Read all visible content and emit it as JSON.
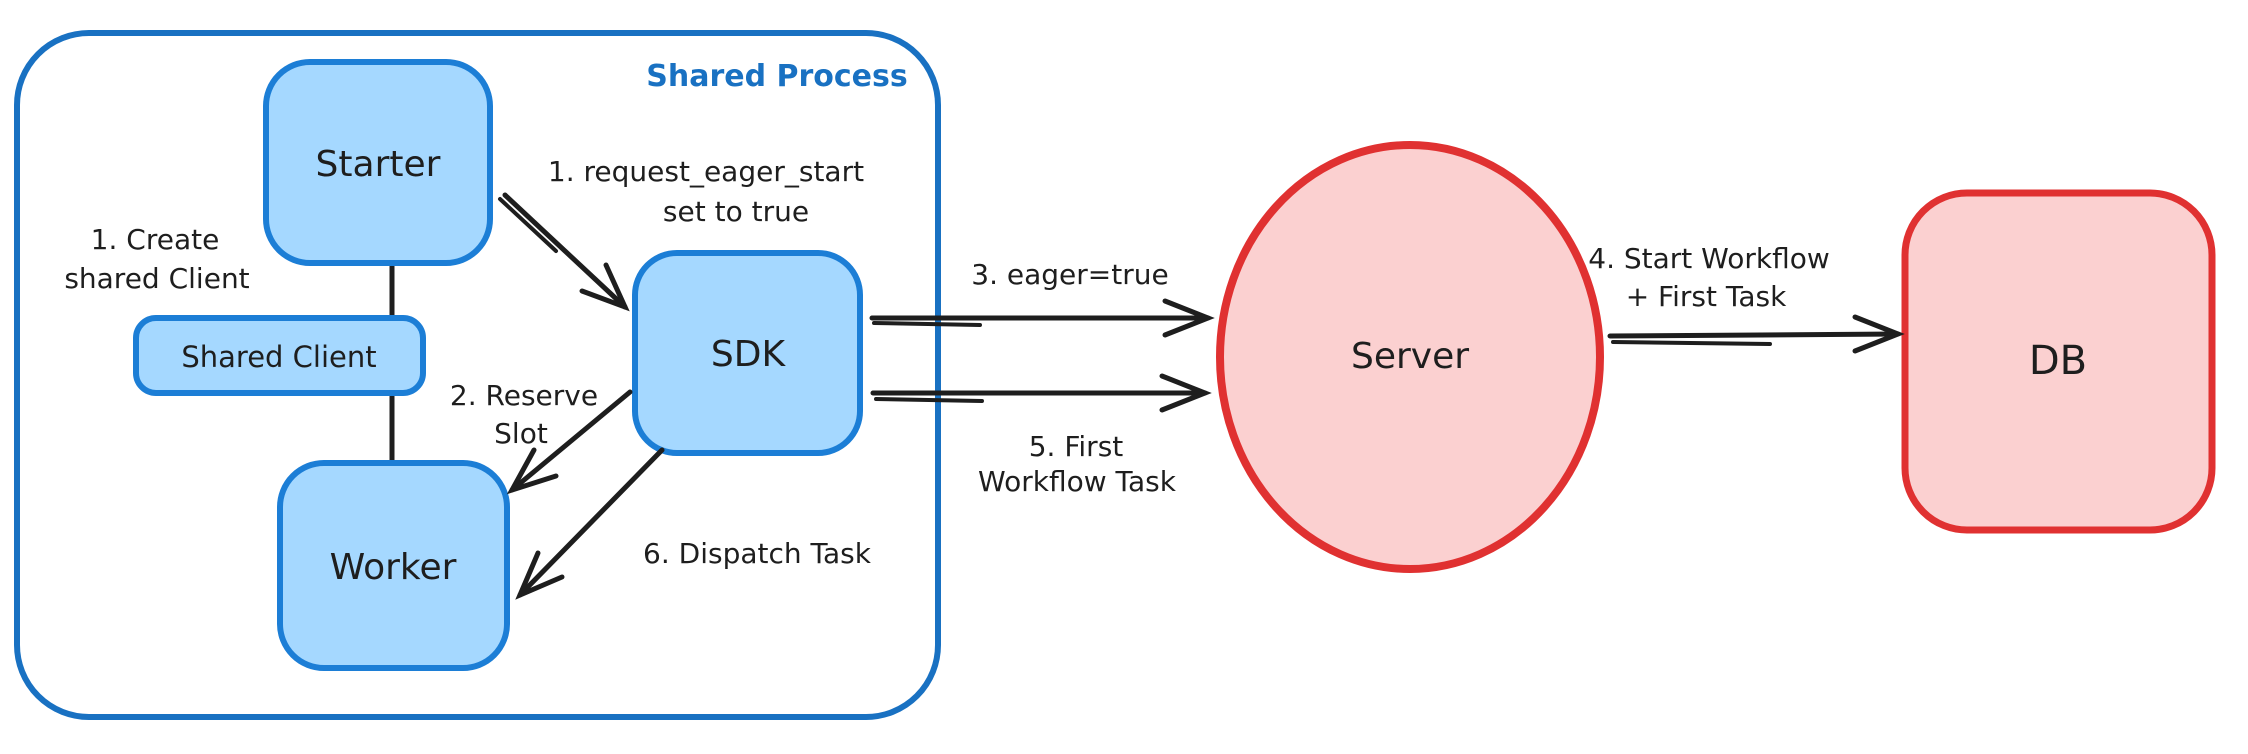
{
  "diagram": {
    "container": {
      "label": "Shared Process"
    },
    "nodes": {
      "starter": {
        "label": "Starter"
      },
      "shared_client": {
        "label": "Shared Client"
      },
      "worker": {
        "label": "Worker"
      },
      "sdk": {
        "label": "SDK"
      },
      "server": {
        "label": "Server"
      },
      "db": {
        "label": "DB"
      }
    },
    "annotations": {
      "create_shared_client": {
        "line1": "1. Create",
        "line2": "shared Client"
      },
      "request_eager_start": {
        "line1": "1. request_eager_start",
        "line2": "set to true"
      },
      "reserve_slot": {
        "line1": "2. Reserve",
        "line2": "Slot"
      },
      "eager_true": {
        "line1": "3. eager=true"
      },
      "start_workflow": {
        "line1": "4. Start Workflow",
        "line2": "+ First Task"
      },
      "first_workflow_task": {
        "line1": "5. First",
        "line2": "Workflow Task"
      },
      "dispatch_task": {
        "line1": "6. Dispatch Task"
      }
    },
    "colors": {
      "blue_stroke": "#1c7ed6",
      "blue_fill": "#a5d8ff",
      "container_stroke": "#1971c2",
      "container_label_color": "#1971c2",
      "red_stroke": "#e03131",
      "red_fill": "#fbd0d0",
      "ink": "#1e1e1e",
      "background": "#ffffff"
    }
  }
}
